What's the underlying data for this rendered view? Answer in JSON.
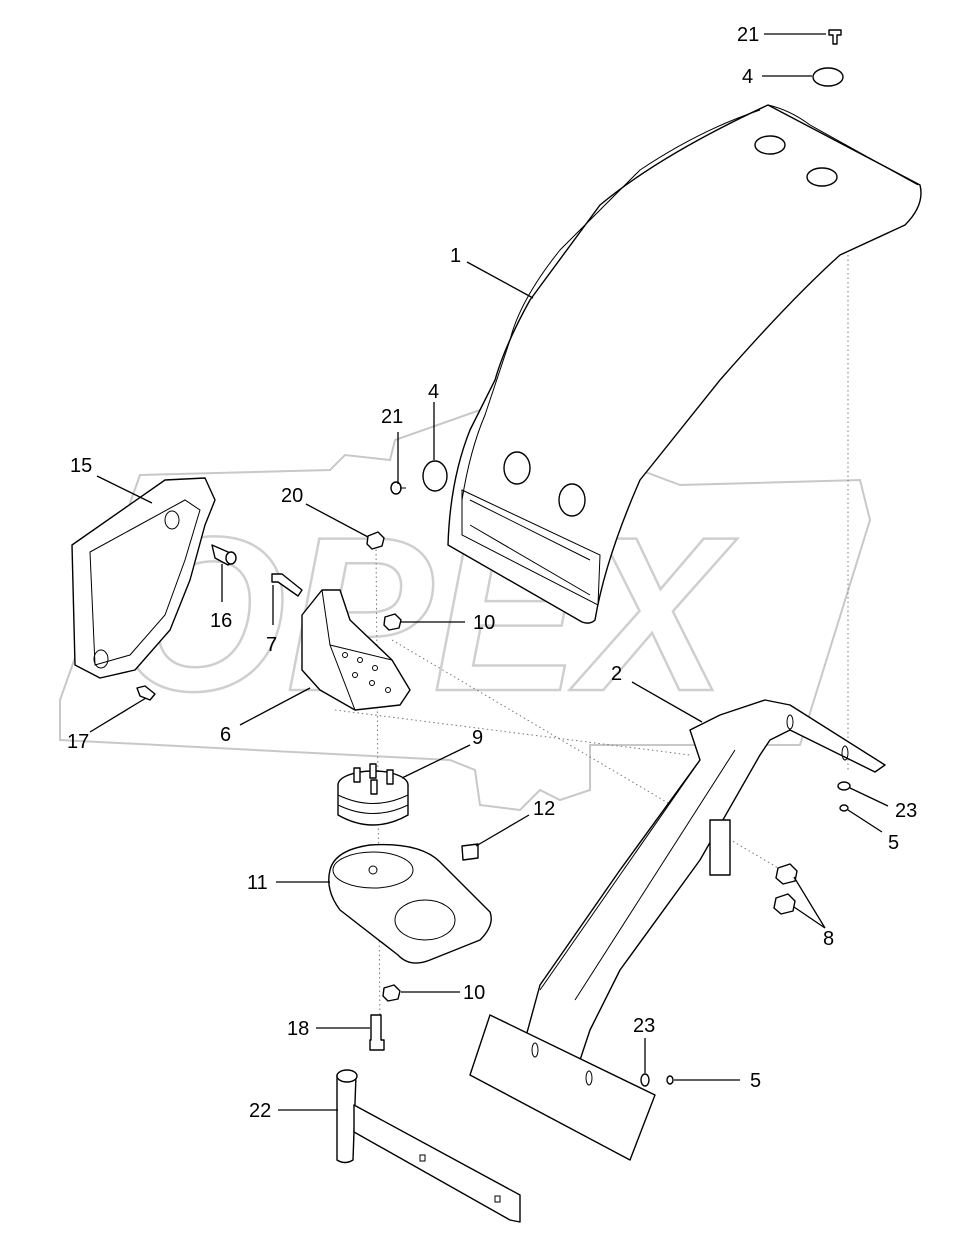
{
  "watermark": {
    "text": "OPEX"
  },
  "callouts": [
    {
      "id": "c21a",
      "text": "21"
    },
    {
      "id": "c4a",
      "text": "4"
    },
    {
      "id": "c1",
      "text": "1"
    },
    {
      "id": "c21b",
      "text": "21"
    },
    {
      "id": "c4b",
      "text": "4"
    },
    {
      "id": "c15",
      "text": "15"
    },
    {
      "id": "c20",
      "text": "20"
    },
    {
      "id": "c16",
      "text": "16"
    },
    {
      "id": "c7",
      "text": "7"
    },
    {
      "id": "c10a",
      "text": "10"
    },
    {
      "id": "c2",
      "text": "2"
    },
    {
      "id": "c6",
      "text": "6"
    },
    {
      "id": "c17",
      "text": "17"
    },
    {
      "id": "c9",
      "text": "9"
    },
    {
      "id": "c23a",
      "text": "23"
    },
    {
      "id": "c12",
      "text": "12"
    },
    {
      "id": "c5a",
      "text": "5"
    },
    {
      "id": "c11",
      "text": "11"
    },
    {
      "id": "c8",
      "text": "8"
    },
    {
      "id": "c10b",
      "text": "10"
    },
    {
      "id": "c18",
      "text": "18"
    },
    {
      "id": "c23b",
      "text": "23"
    },
    {
      "id": "c5b",
      "text": "5"
    },
    {
      "id": "c22",
      "text": "22"
    }
  ]
}
